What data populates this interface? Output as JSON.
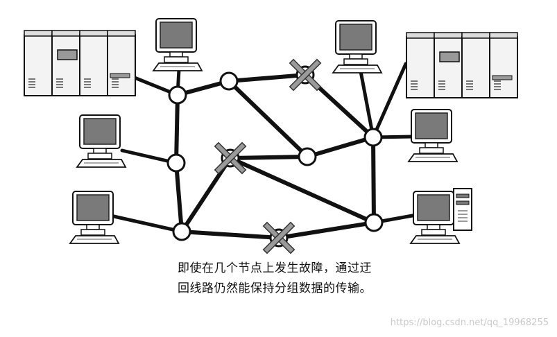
{
  "diagram": {
    "caption_line1": "即使在几个节点上发生故障，通过迂",
    "caption_line2": "回线路仍然能保持分组数据的传输。",
    "watermark": "https://blog.csdn.net/qq_19968255",
    "colors": {
      "line": "#111111",
      "node_fill": "#ffffff",
      "screen": "#7a7a7a",
      "cabinet": "#f3f3f3",
      "cross": "#9a9a9a"
    },
    "nodes": [
      {
        "id": "n1",
        "failed": false
      },
      {
        "id": "n2",
        "failed": false
      },
      {
        "id": "n3",
        "failed": true
      },
      {
        "id": "n4",
        "failed": false
      },
      {
        "id": "n5",
        "failed": true
      },
      {
        "id": "n6",
        "failed": false
      },
      {
        "id": "n7",
        "failed": false
      },
      {
        "id": "n8",
        "failed": false
      },
      {
        "id": "n9",
        "failed": true
      },
      {
        "id": "n10",
        "failed": false
      }
    ],
    "links": [
      [
        "n1",
        "n2"
      ],
      [
        "n2",
        "n3"
      ],
      [
        "n1",
        "n4"
      ],
      [
        "n4",
        "n7"
      ],
      [
        "n3",
        "n8"
      ],
      [
        "n2",
        "n6"
      ],
      [
        "n6",
        "n8"
      ],
      [
        "n5",
        "n6"
      ],
      [
        "n5",
        "n7"
      ],
      [
        "n5",
        "n10"
      ],
      [
        "n7",
        "n9"
      ],
      [
        "n9",
        "n10"
      ],
      [
        "n8",
        "n10"
      ]
    ],
    "devices": [
      {
        "id": "mainframe-left",
        "kind": "mainframe",
        "attach": "n1"
      },
      {
        "id": "terminal-top-left",
        "kind": "terminal",
        "attach": "n1"
      },
      {
        "id": "terminal-mid-left",
        "kind": "terminal",
        "attach": "n4"
      },
      {
        "id": "terminal-bottom-left",
        "kind": "terminal",
        "attach": "n7"
      },
      {
        "id": "terminal-top-right",
        "kind": "terminal",
        "attach": "n8"
      },
      {
        "id": "mainframe-right",
        "kind": "mainframe",
        "attach": "n8"
      },
      {
        "id": "terminal-mid-right",
        "kind": "terminal",
        "attach": "n8"
      },
      {
        "id": "workstation-bottom-right",
        "kind": "workstation",
        "attach": "n10"
      }
    ]
  }
}
